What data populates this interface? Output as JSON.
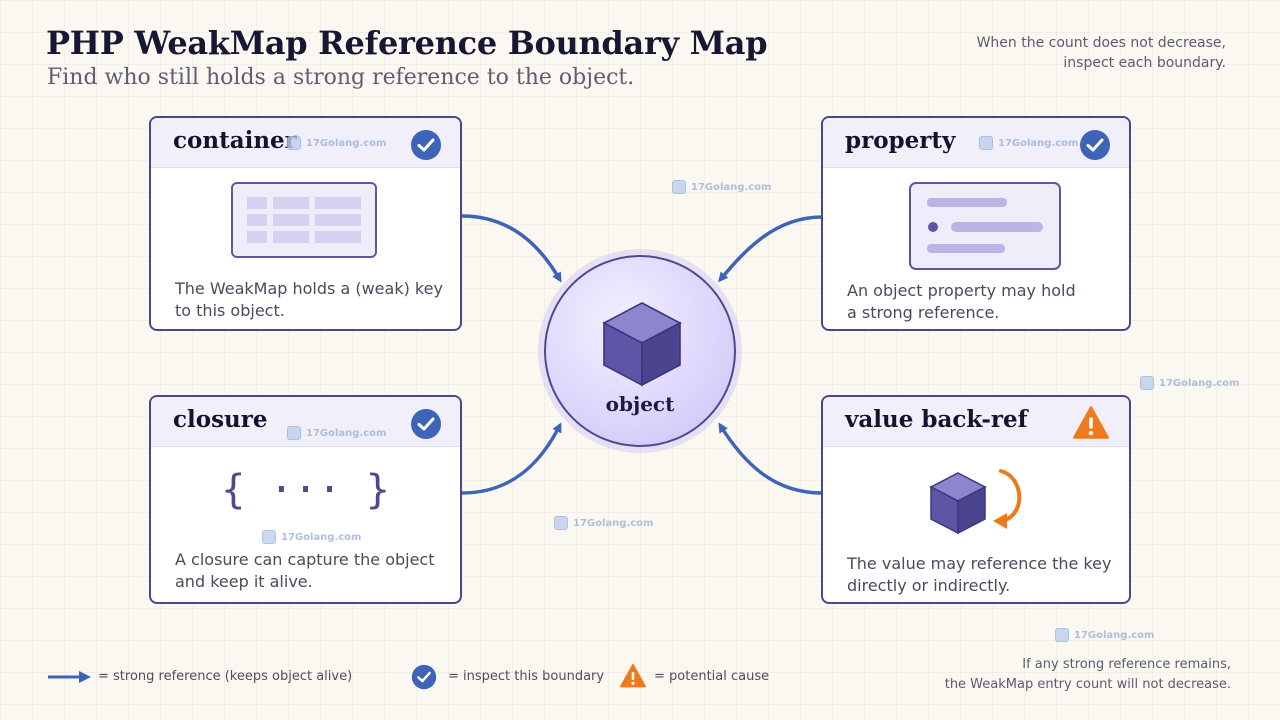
{
  "header": {
    "title": "PHP WeakMap Reference Boundary Map",
    "subtitle": "Find who still holds a strong reference to the object."
  },
  "notes": {
    "top_right": [
      "When the count does not decrease,",
      "inspect each boundary."
    ],
    "bottom_right": [
      "If any strong reference remains,",
      "the WeakMap entry count will not decrease."
    ]
  },
  "center": {
    "label": "object"
  },
  "cards": {
    "container": {
      "title": "container",
      "badge": "check-icon",
      "desc": [
        "The WeakMap holds a (weak) key",
        "to this object."
      ]
    },
    "property": {
      "title": "property",
      "badge": "check-icon",
      "desc": [
        "An object property may hold",
        "a strong reference."
      ]
    },
    "closure": {
      "title": "closure",
      "badge": "check-icon",
      "desc": [
        "A closure can capture the object",
        "and keep it alive."
      ],
      "glyph": "{ ··· }"
    },
    "value_backref": {
      "title": "value back-ref",
      "badge": "warning-icon",
      "desc": [
        "The value may reference the key",
        "directly or indirectly."
      ]
    }
  },
  "legend": {
    "arrow": "= strong reference (keeps object alive)",
    "check": "= inspect this boundary",
    "warning": "= potential cause"
  },
  "watermark": "17Golang.com",
  "colors": {
    "accent": "#3e64b8",
    "warning": "#ee7a1c",
    "cube": "#5d56a6",
    "border": "#49468a"
  }
}
